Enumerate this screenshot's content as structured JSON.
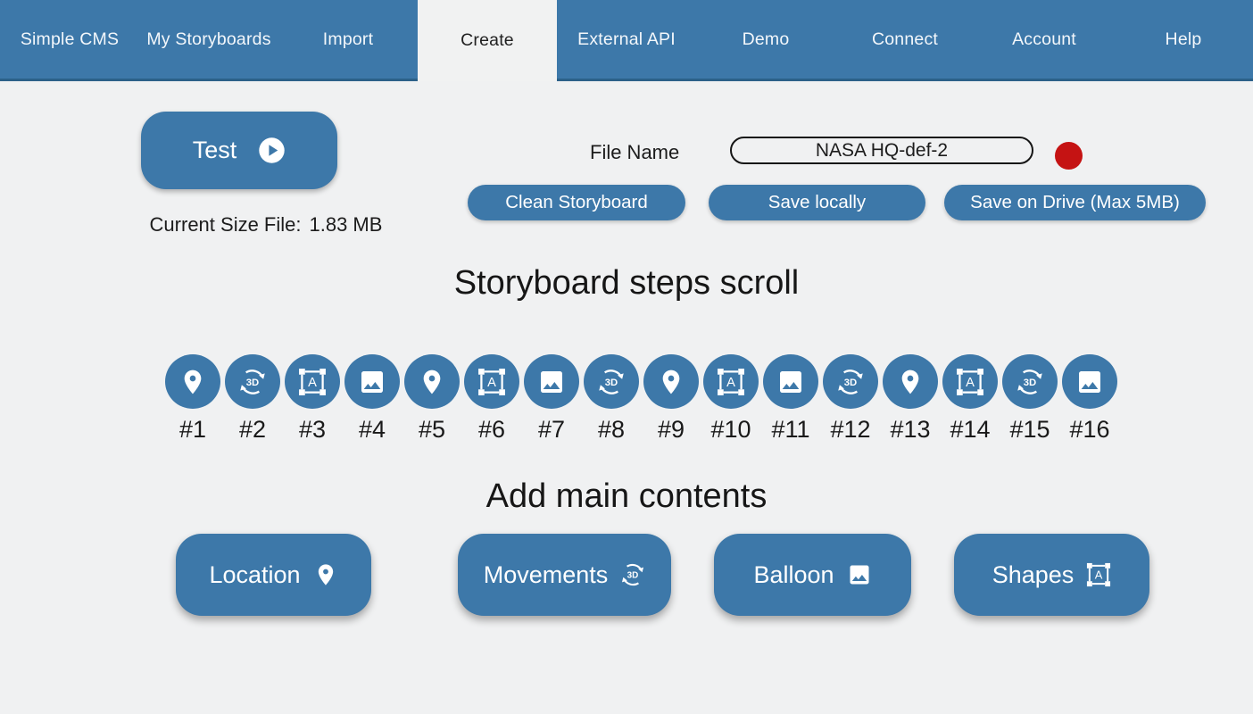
{
  "nav": {
    "items": [
      {
        "label": "Simple CMS",
        "name": "nav-item-simple-cms",
        "active": false
      },
      {
        "label": "My Storyboards",
        "name": "nav-item-my-storyboards",
        "active": false
      },
      {
        "label": "Import",
        "name": "nav-item-import",
        "active": false
      },
      {
        "label": "Create",
        "name": "nav-item-create",
        "active": true
      },
      {
        "label": "External API",
        "name": "nav-item-external-api",
        "active": false
      },
      {
        "label": "Demo",
        "name": "nav-item-demo",
        "active": false
      },
      {
        "label": "Connect",
        "name": "nav-item-connect",
        "active": false
      },
      {
        "label": "Account",
        "name": "nav-item-account",
        "active": false
      },
      {
        "label": "Help",
        "name": "nav-item-help",
        "active": false
      }
    ]
  },
  "test": {
    "label": "Test",
    "icon": "play-circle"
  },
  "file_size": {
    "label": "Current Size File:",
    "value": "1.83 MB"
  },
  "file": {
    "label": "File Name",
    "value": "NASA HQ-def-2"
  },
  "actions": [
    {
      "label": "Clean Storyboard",
      "name": "clean-storyboard-button"
    },
    {
      "label": "Save locally",
      "name": "save-locally-button"
    },
    {
      "label": "Save on Drive (Max 5MB)",
      "name": "save-on-drive-button"
    }
  ],
  "steps": {
    "title": "Storyboard steps scroll",
    "items": [
      {
        "label": "#1",
        "icon": "location"
      },
      {
        "label": "#2",
        "icon": "rotation-3d"
      },
      {
        "label": "#3",
        "icon": "shapes"
      },
      {
        "label": "#4",
        "icon": "image"
      },
      {
        "label": "#5",
        "icon": "location"
      },
      {
        "label": "#6",
        "icon": "shapes"
      },
      {
        "label": "#7",
        "icon": "image"
      },
      {
        "label": "#8",
        "icon": "rotation-3d"
      },
      {
        "label": "#9",
        "icon": "location"
      },
      {
        "label": "#10",
        "icon": "shapes"
      },
      {
        "label": "#11",
        "icon": "image"
      },
      {
        "label": "#12",
        "icon": "rotation-3d"
      },
      {
        "label": "#13",
        "icon": "location"
      },
      {
        "label": "#14",
        "icon": "shapes"
      },
      {
        "label": "#15",
        "icon": "rotation-3d"
      },
      {
        "label": "#16",
        "icon": "image"
      }
    ]
  },
  "add_contents": {
    "title": "Add main contents",
    "buttons": [
      {
        "label": "Location",
        "icon": "location",
        "name": "add-location-button"
      },
      {
        "label": "Movements",
        "icon": "rotation-3d",
        "name": "add-movements-button"
      },
      {
        "label": "Balloon",
        "icon": "image",
        "name": "add-balloon-button"
      },
      {
        "label": "Shapes",
        "icon": "shapes",
        "name": "add-shapes-button"
      }
    ]
  },
  "colors": {
    "accent_blue": "#3d78a9",
    "nav_underline": "#2c6189",
    "active_tab_bg": "#f1f2f2",
    "page_bg": "#f0f1f2",
    "record_red": "#c51313",
    "text_dark": "#1c1c1c",
    "nav_text": "#ffffff"
  }
}
